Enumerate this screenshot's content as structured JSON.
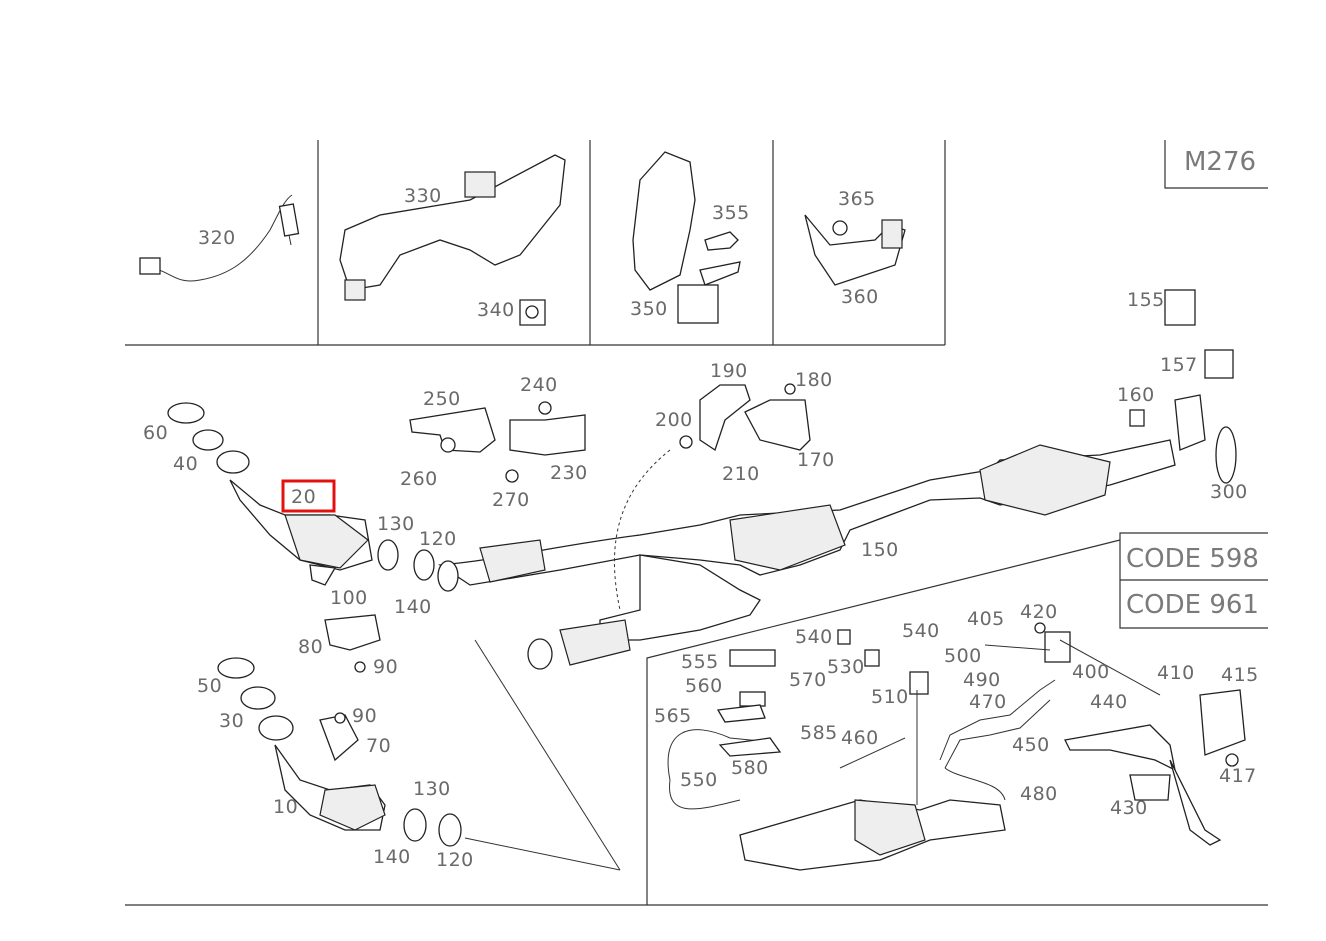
{
  "model": "M276",
  "codes": [
    "CODE 598",
    "CODE 961"
  ],
  "highlighted_part": "20",
  "parts": {
    "p320": "320",
    "p330": "330",
    "p340": "340",
    "p355": "355",
    "p350": "350",
    "p365": "365",
    "p360": "360",
    "p155": "155",
    "p157": "157",
    "p160": "160",
    "p300": "300",
    "p250": "250",
    "p240": "240",
    "p230": "230",
    "p260": "260",
    "p270": "270",
    "p190": "190",
    "p180": "180",
    "p200": "200",
    "p170": "170",
    "p210": "210",
    "p150": "150",
    "p60": "60",
    "p40": "40",
    "p20": "20",
    "p130a": "130",
    "p120a": "120",
    "p100": "100",
    "p140a": "140",
    "p80": "80",
    "p90a": "90",
    "p50": "50",
    "p30": "30",
    "p90b": "90",
    "p70": "70",
    "p10": "10",
    "p130b": "130",
    "p140b": "140",
    "p120b": "120",
    "p405": "405",
    "p420": "420",
    "p540a": "540",
    "p540b": "540",
    "p555": "555",
    "p530": "530",
    "p500": "500",
    "p490": "490",
    "p400": "400",
    "p410": "410",
    "p415": "415",
    "p560": "560",
    "p570": "570",
    "p510": "510",
    "p470": "470",
    "p440": "440",
    "p565": "565",
    "p585": "585",
    "p460": "460",
    "p450": "450",
    "p580": "580",
    "p550": "550",
    "p417": "417",
    "p480": "480",
    "p430": "430"
  }
}
